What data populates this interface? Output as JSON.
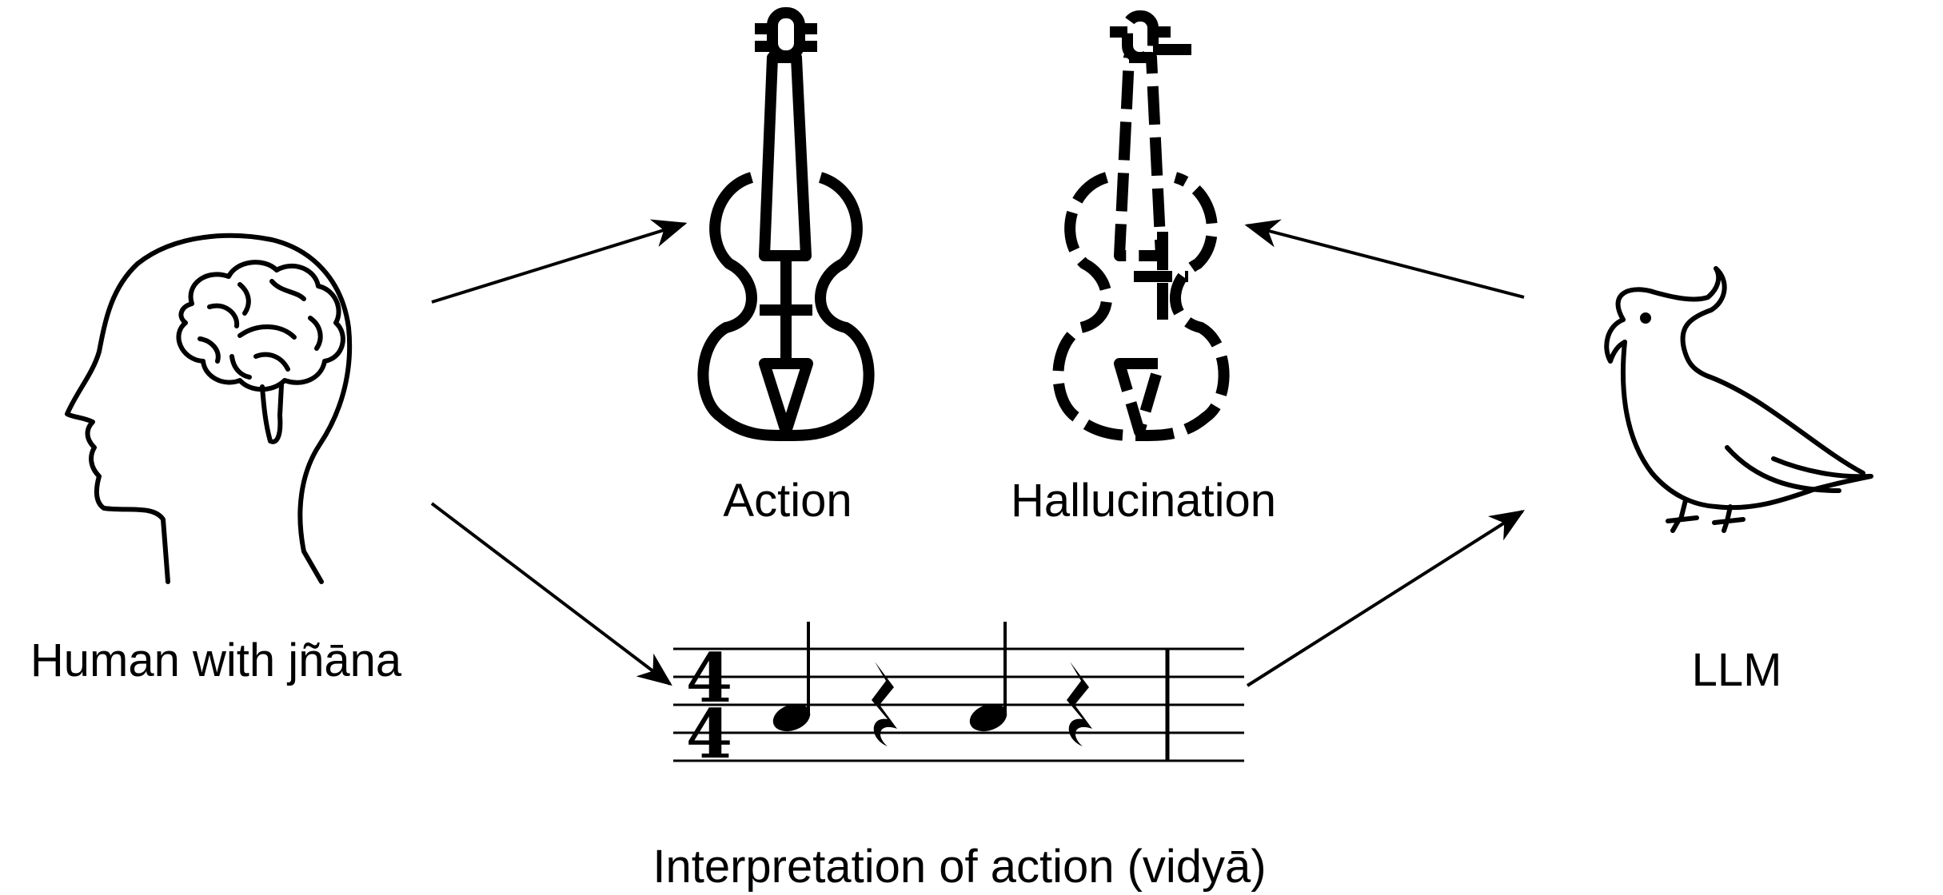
{
  "labels": {
    "human": "Human with jñāna",
    "action": "Action",
    "hallucination": "Hallucination",
    "interpretation": "Interpretation of action (vidyā)",
    "llm": "LLM"
  },
  "icons": {
    "human": "human-head-brain-icon",
    "action": "violin-icon",
    "hallucination": "fragmented-violin-icon",
    "interpretation": "sheet-music-icon",
    "llm": "parrot-icon"
  },
  "colors": {
    "ink": "#000000",
    "background": "#ffffff"
  }
}
